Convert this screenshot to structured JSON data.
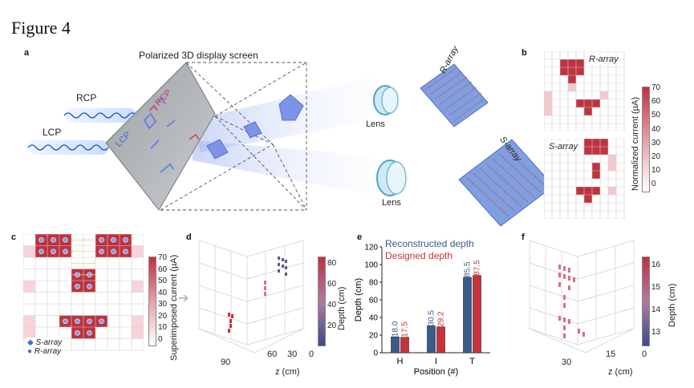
{
  "figure_title": "Figure 4",
  "panels": {
    "a": {
      "label": "a",
      "screen_title": "Polarized 3D display screen",
      "rcp": "RCP",
      "lcp": "LCP",
      "screen_lcp": "LCP",
      "screen_rcp": "RCP",
      "lens_top": "Lens",
      "lens_bottom": "Lens",
      "r_array": "R-array",
      "s_array": "S-array"
    },
    "b": {
      "label": "b",
      "r_label": "R-array",
      "s_label": "S-array",
      "colorbar_label": "Normalized current (µA)",
      "colorbar_ticks": [
        "70",
        "60",
        "50",
        "40",
        "30",
        "20",
        "10",
        "0"
      ]
    },
    "c": {
      "label": "c",
      "colorbar_label": "Superimposed current (µA)",
      "colorbar_ticks": [
        "70",
        "60",
        "50",
        "40",
        "30",
        "20",
        "10",
        "0"
      ],
      "legend_s": "S-array",
      "legend_r": "R-array"
    },
    "d": {
      "label": "d",
      "colorbar_label": "Depth (cm)",
      "colorbar_ticks": [
        "80",
        "60",
        "40",
        "20"
      ],
      "z_ticks": [
        "90",
        "60",
        "30",
        "0"
      ],
      "z_label": "z (cm)"
    },
    "e": {
      "label": "e",
      "legend_reconstructed": "Reconstructed depth",
      "legend_designed": "Designed depth",
      "ylabel": "Depth (cm)",
      "xlabel": "Position (#)",
      "yticks": [
        "0",
        "20",
        "40",
        "60",
        "80",
        "100",
        "120"
      ]
    },
    "f": {
      "label": "f",
      "colorbar_label": "Depth (cm)",
      "colorbar_ticks": [
        "16",
        "15",
        "14",
        "13"
      ],
      "z_ticks": [
        "30",
        "15",
        "0"
      ],
      "z_label": "z (cm)"
    }
  },
  "chart_data": {
    "type": "bar",
    "categories": [
      "H",
      "I",
      "T"
    ],
    "series": [
      {
        "name": "Reconstructed depth",
        "values": [
          18.0,
          30.5,
          85.5
        ],
        "labels": [
          "18.0",
          "30.5",
          "85.5"
        ],
        "color": "#3c5a8c"
      },
      {
        "name": "Designed depth",
        "values": [
          17.5,
          29.2,
          87.5
        ],
        "labels": [
          "17.5",
          "29.2",
          "87.5"
        ],
        "color": "#c8323c"
      }
    ],
    "xlabel": "Position (#)",
    "ylabel": "Depth (cm)",
    "ylim": [
      0,
      120
    ],
    "legend": "top-left",
    "grid": false
  }
}
